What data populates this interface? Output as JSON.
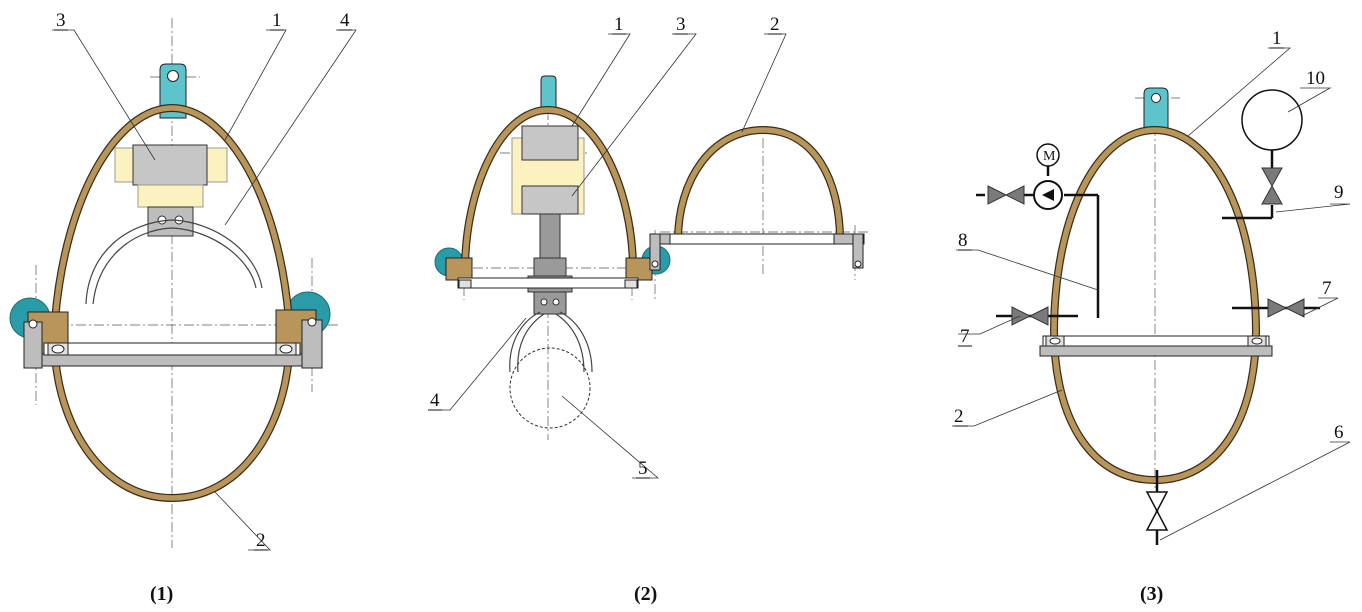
{
  "colors": {
    "shell": "#b8955a",
    "handle": "#5ec4cc",
    "roller": "#2a9ca8",
    "metal": "#bdbdbd",
    "yellow": "#fbf2c0",
    "line": "#222222",
    "valve": "#7a7a7a"
  },
  "figures": [
    {
      "caption": "(1)",
      "labels": [
        "1",
        "2",
        "3",
        "4"
      ]
    },
    {
      "caption": "(2)",
      "labels": [
        "1",
        "2",
        "3",
        "4",
        "5"
      ]
    },
    {
      "caption": "(3)",
      "labels": [
        "1",
        "2",
        "6",
        "7",
        "7",
        "8",
        "9",
        "10"
      ],
      "motor_symbol": "M"
    }
  ],
  "icons": [
    "valve-icon",
    "pump-icon",
    "motor-icon",
    "tank-icon",
    "roller-icon",
    "lifting-eye-icon"
  ]
}
